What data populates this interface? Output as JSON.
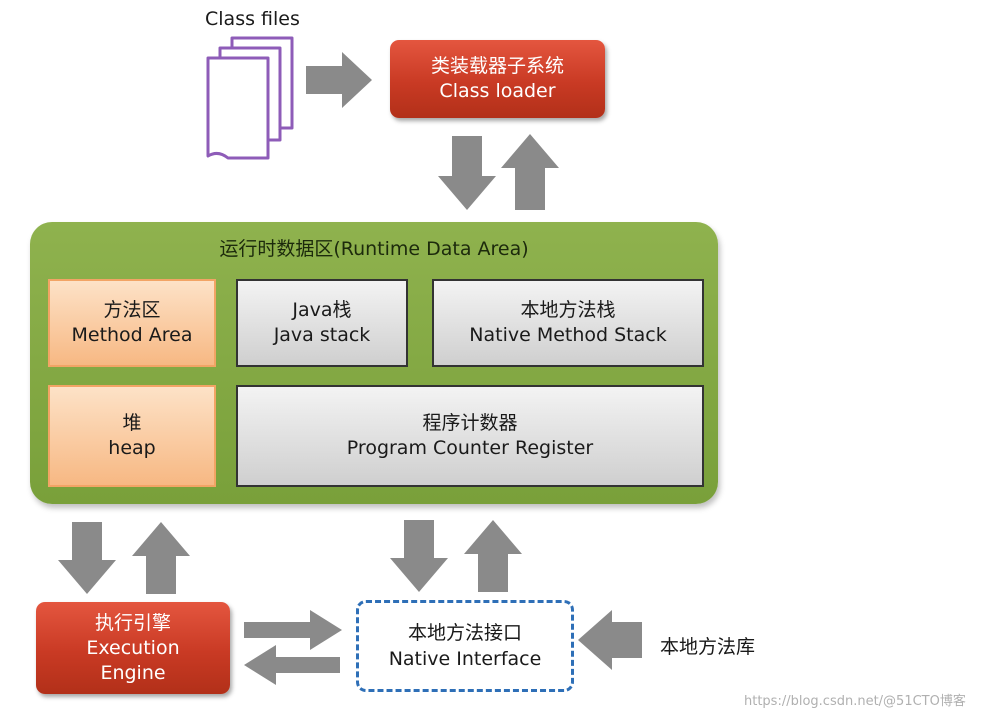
{
  "class_files": {
    "label": "Class files"
  },
  "class_loader": {
    "title_cn": "类装载器子系统",
    "title_en": "Class loader"
  },
  "runtime_data_area": {
    "title": "运行时数据区(Runtime Data Area)",
    "method_area": {
      "cn": "方法区",
      "en": "Method Area"
    },
    "heap": {
      "cn": "堆",
      "en": "heap"
    },
    "java_stack": {
      "cn": "Java栈",
      "en": "Java stack"
    },
    "native_method_stack": {
      "cn": "本地方法栈",
      "en": "Native Method Stack"
    },
    "program_counter": {
      "cn": "程序计数器",
      "en": "Program Counter Register"
    }
  },
  "execution_engine": {
    "cn": "执行引擎",
    "en1": "Execution",
    "en2": "Engine"
  },
  "native_interface": {
    "cn": "本地方法接口",
    "en": "Native Interface"
  },
  "native_library": {
    "label": "本地方法库"
  },
  "watermark": {
    "text": "https://blog.csdn.net/@51CTO博客"
  },
  "colors": {
    "red_box": "#c93a24",
    "green_area": "#84aa44",
    "orange_cell": "#f9c797",
    "gray_cell": "#dcdcdc",
    "arrow": "#8a8a8a",
    "dashed_border": "#2e6fb7",
    "document_icon": "#8e5cb8"
  }
}
